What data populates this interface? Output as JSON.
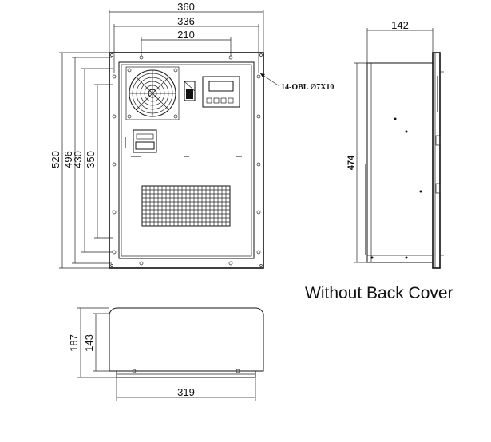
{
  "front_view": {
    "dims": {
      "w_overall": "360",
      "w_holes": "336",
      "w_inner_holes": "210",
      "h_overall": "520",
      "h_holes": "496",
      "h_inner": "430",
      "h_inner_holes": "350"
    },
    "hole_note": "14-OBL Ø7X10"
  },
  "side_view": {
    "dims": {
      "depth": "142",
      "height": "474"
    },
    "caption": "Without Back Cover"
  },
  "bottom_view": {
    "dims": {
      "depth_overall": "187",
      "depth_body": "143",
      "width": "319"
    }
  }
}
